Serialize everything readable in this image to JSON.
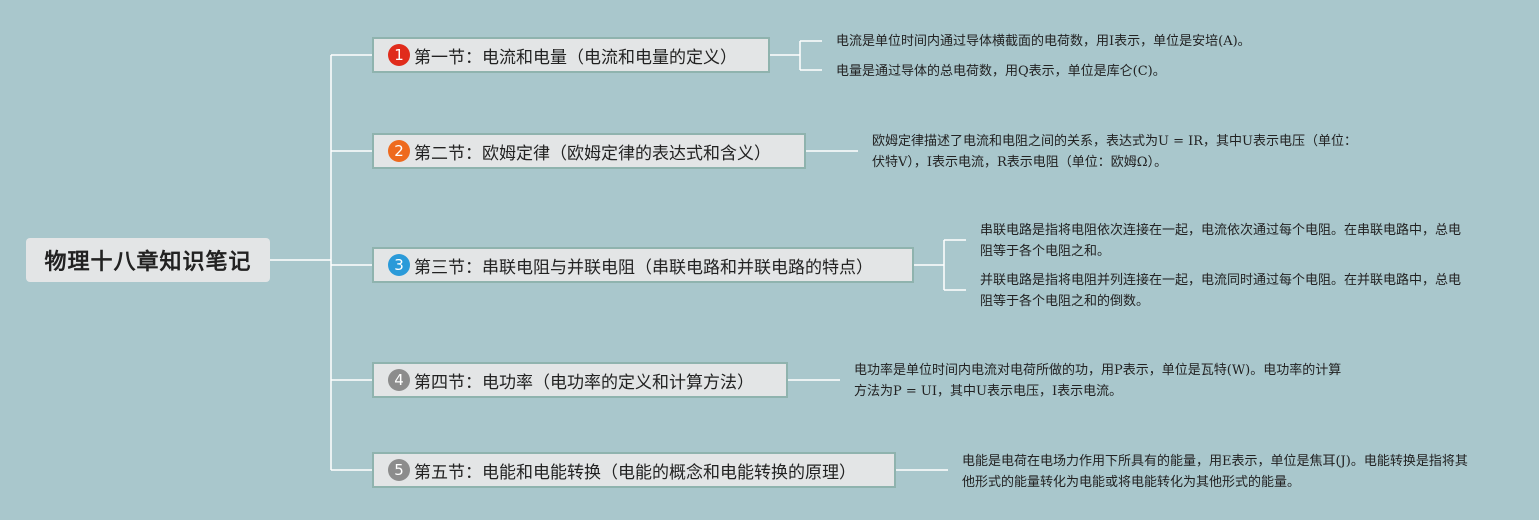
{
  "root": {
    "title": "物理十八章知识笔记"
  },
  "sections": [
    {
      "number": "1",
      "badge_color": "#e02c1c",
      "label": "第一节：电流和电量（电流和电量的定义）",
      "notes": [
        "电流是单位时间内通过导体横截面的电荷数，用I表示，单位是安培(A)。",
        "电量是通过导体的总电荷数，用Q表示，单位是库仑(C)。"
      ]
    },
    {
      "number": "2",
      "badge_color": "#ee6a1e",
      "label": "第二节：欧姆定律（欧姆定律的表达式和含义）",
      "notes": [
        "欧姆定律描述了电流和电阻之间的关系，表达式为U = IR，其中U表示电压（单位：伏特V），I表示电流，R表示电阻（单位：欧姆Ω）。"
      ]
    },
    {
      "number": "3",
      "badge_color": "#2a9ad9",
      "label": "第三节：串联电阻与并联电阻（串联电路和并联电路的特点）",
      "notes": [
        "串联电路是指将电阻依次连接在一起，电流依次通过每个电阻。在串联电路中，总电阻等于各个电阻之和。",
        "并联电路是指将电阻并列连接在一起，电流同时通过每个电阻。在并联电路中，总电阻等于各个电阻之和的倒数。"
      ]
    },
    {
      "number": "4",
      "badge_color": "#8c8c8c",
      "label": "第四节：电功率（电功率的定义和计算方法）",
      "notes": [
        "电功率是单位时间内电流对电荷所做的功，用P表示，单位是瓦特(W)。电功率的计算方法为P = UI，其中U表示电压，I表示电流。"
      ]
    },
    {
      "number": "5",
      "badge_color": "#8c8c8c",
      "label": "第五节：电能和电能转换（电能的概念和电能转换的原理）",
      "notes": [
        "电能是电荷在电场力作用下所具有的能量，用E表示，单位是焦耳(J)。电能转换是指将其他形式的能量转化为电能或将电能转化为其他形式的能量。"
      ]
    }
  ]
}
